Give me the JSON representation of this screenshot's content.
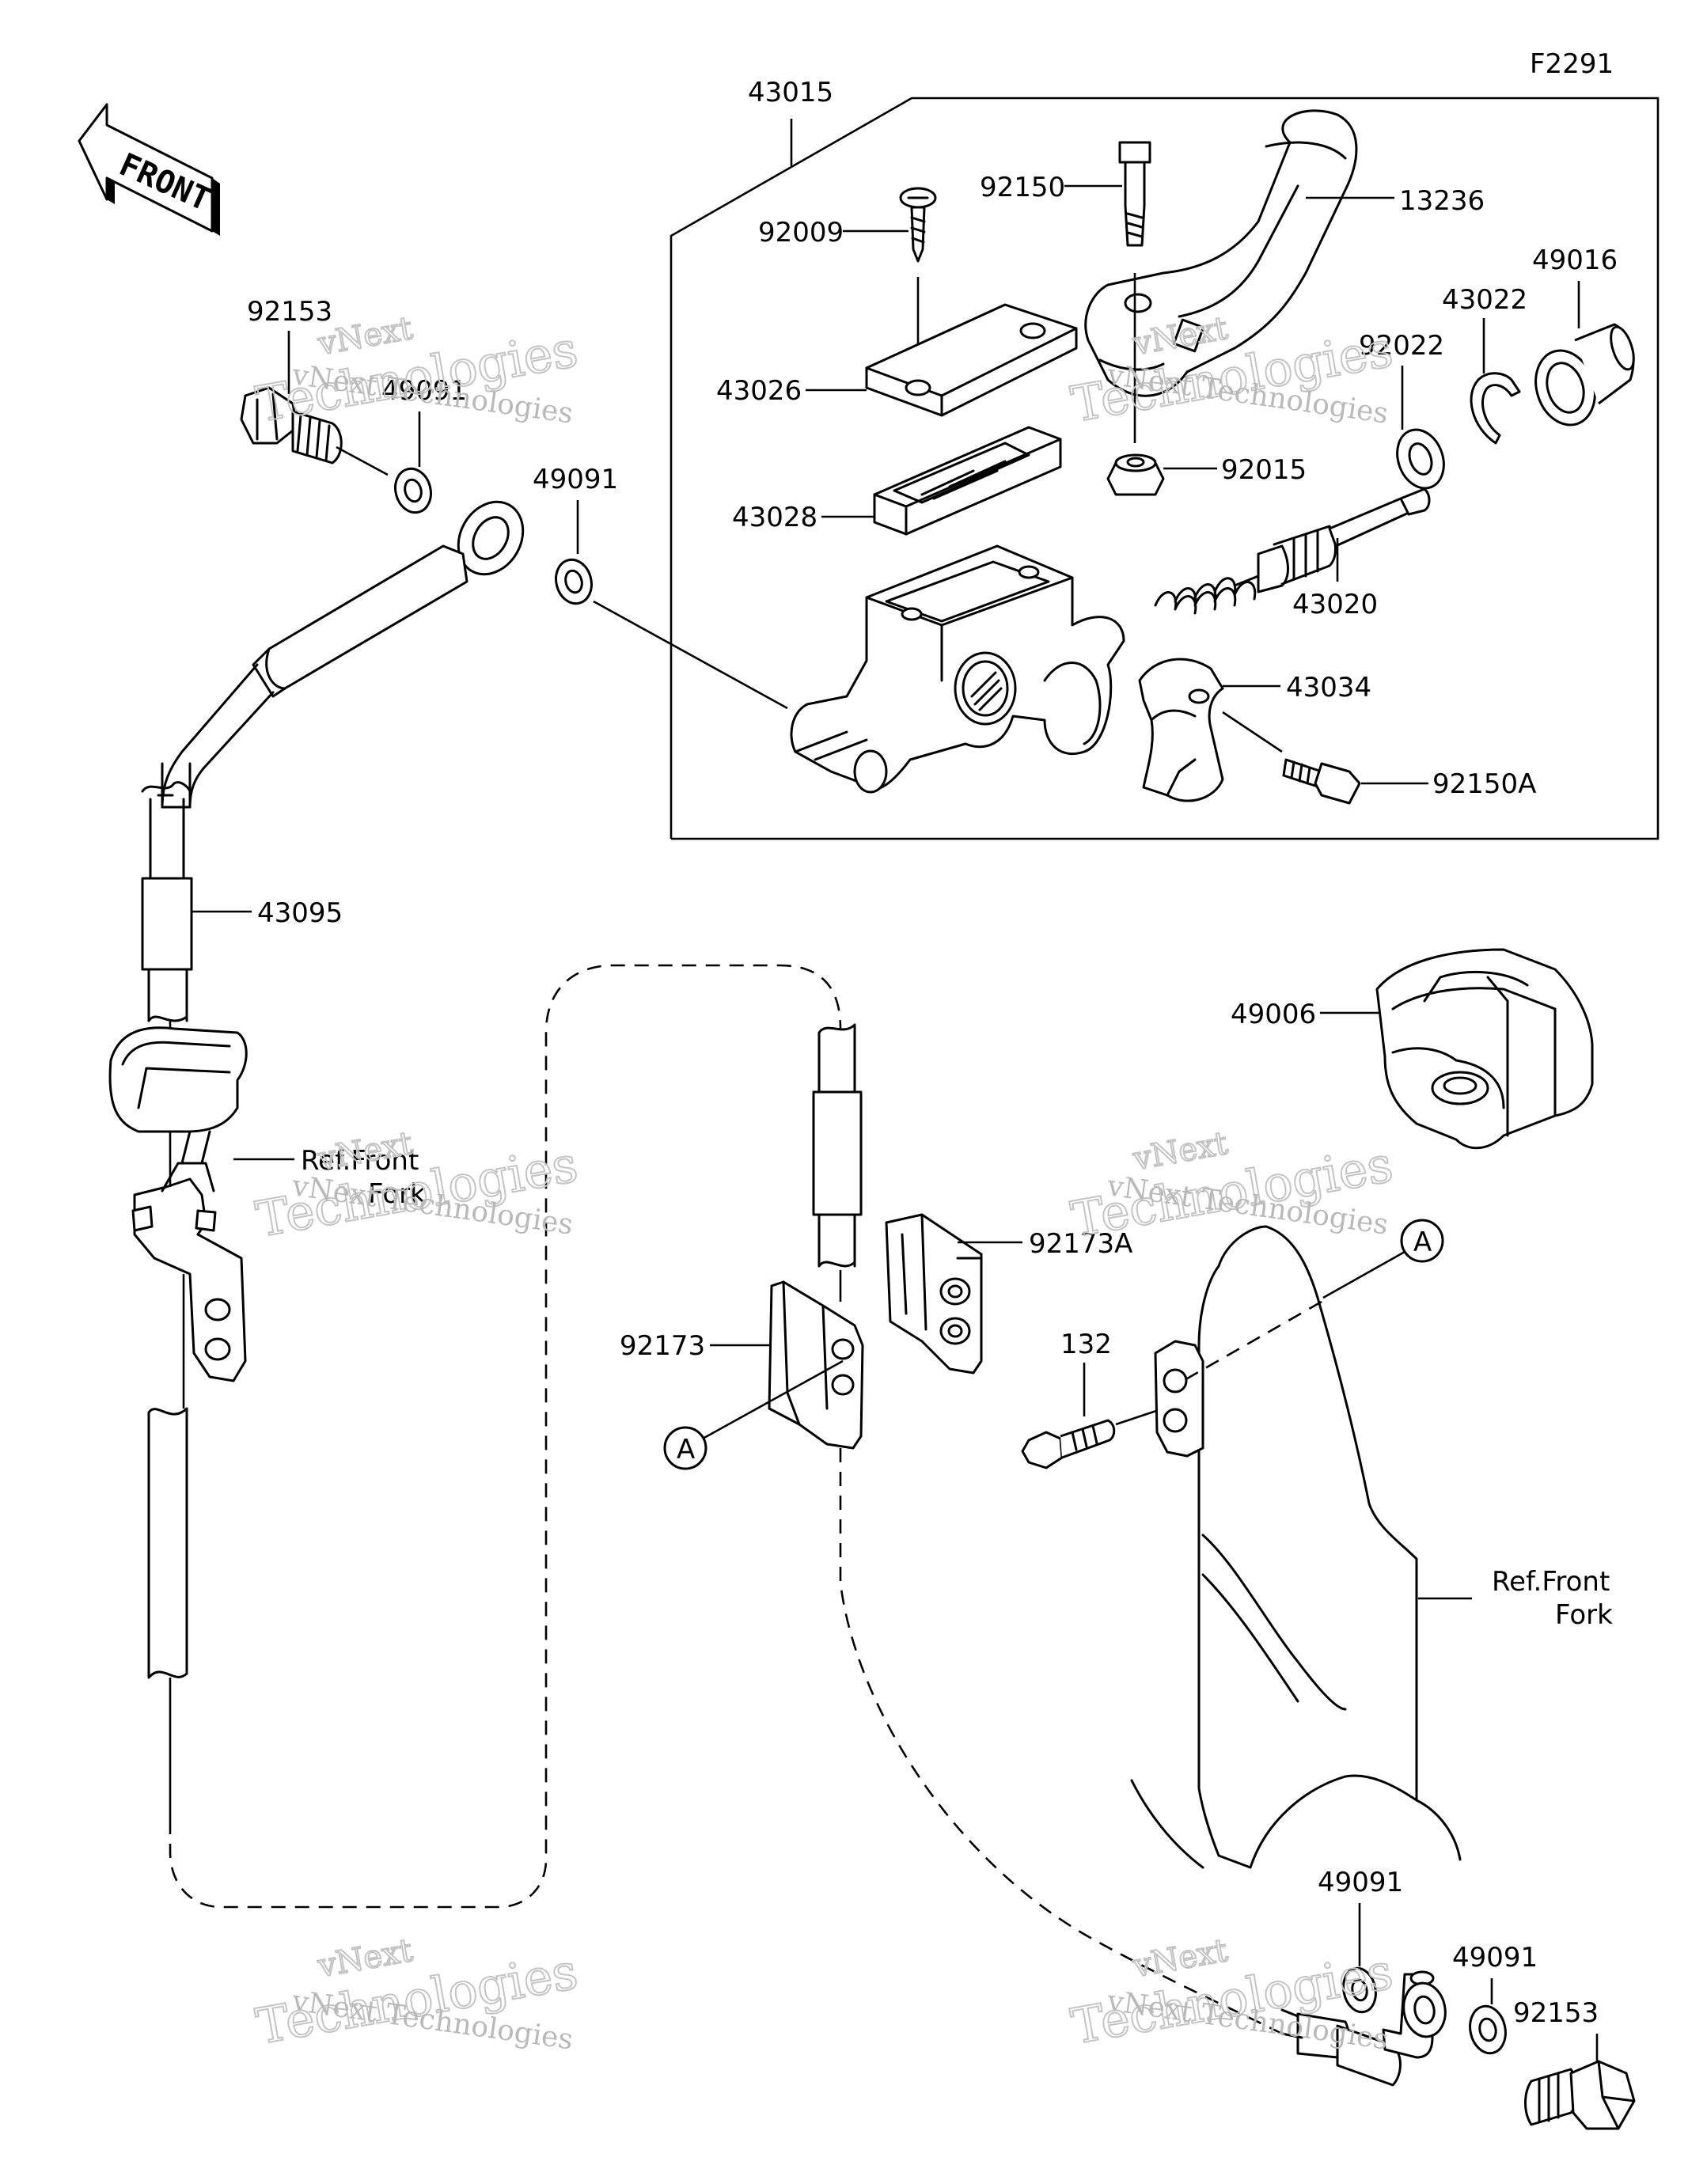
{
  "figure_code": "F2291",
  "front_label": "FRONT",
  "callouts": {
    "p43015": "43015",
    "p92150": "92150",
    "p13236": "13236",
    "p92009": "92009",
    "p49016": "49016",
    "p43022": "43022",
    "p92022": "92022",
    "p43026": "43026",
    "p92015": "92015",
    "p43028": "43028",
    "p43020": "43020",
    "p43034": "43034",
    "p92150A": "92150A",
    "p92153_top": "92153",
    "p49091_top_a": "49091",
    "p49091_top_b": "49091",
    "p43095": "43095",
    "p49006": "49006",
    "ref_front_fork_left_1": "Ref.Front",
    "ref_front_fork_left_2": "Fork",
    "p92173A": "92173A",
    "p92173": "92173",
    "p132": "132",
    "ref_front_fork_right_1": "Ref.Front",
    "ref_front_fork_right_2": "Fork",
    "p49091_bottom_a": "49091",
    "p49091_bottom_b": "49091",
    "p92153_bottom": "92153",
    "marker_a1": "A",
    "marker_a2": "A"
  },
  "watermark": {
    "line_a": "vNext",
    "line_b": "Technologies",
    "line_c": "vNext Technologies"
  },
  "icons": {
    "front_arrow": "front-arrow-icon",
    "master_cylinder": "master-cylinder-icon",
    "lever": "clutch-lever-icon",
    "hose": "clutch-hose-icon",
    "fork_leg": "front-fork-icon",
    "cover": "lever-cover-icon"
  }
}
